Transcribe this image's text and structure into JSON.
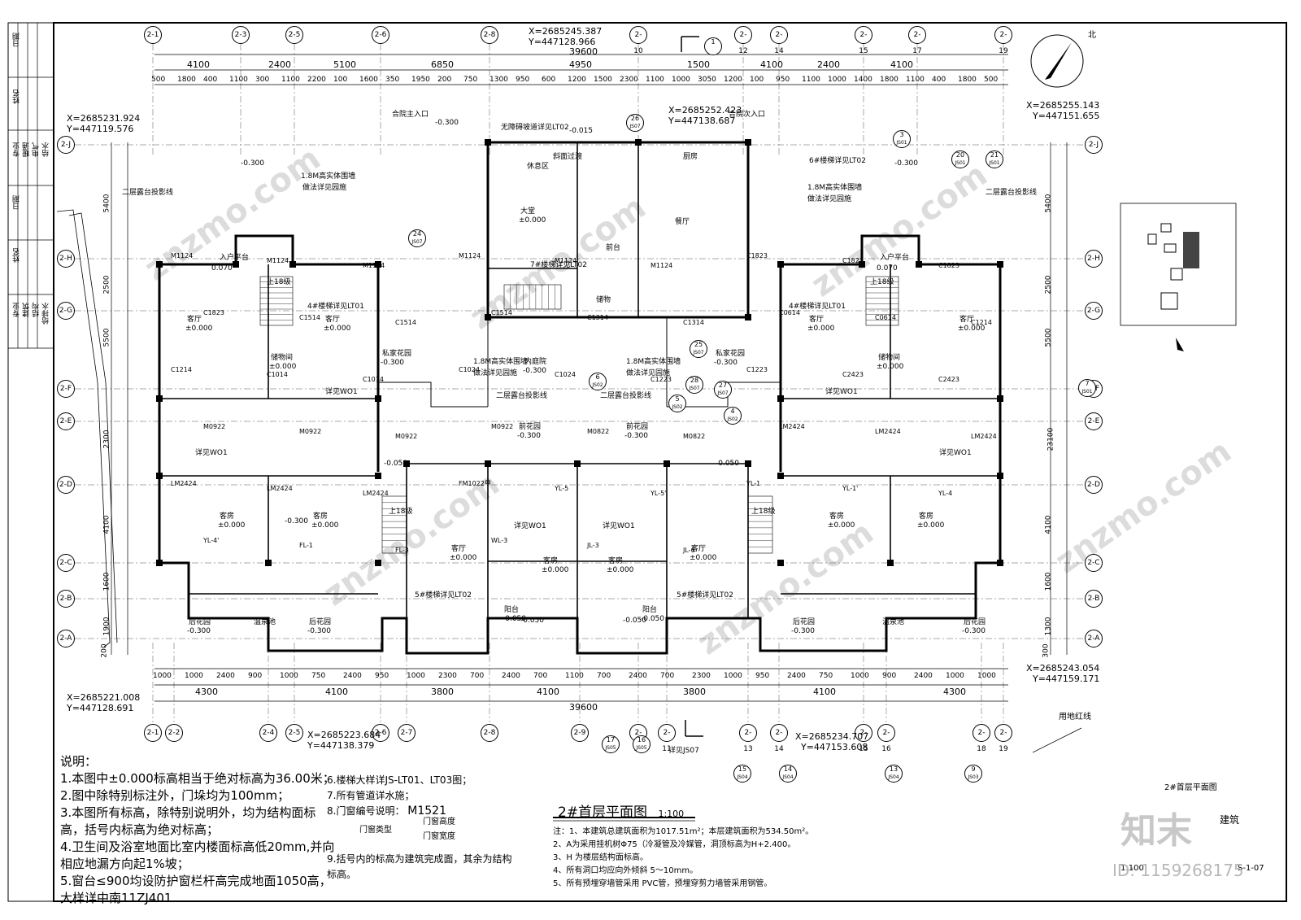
{
  "drawing": {
    "title": "2#首层平面图",
    "scale": "1:100",
    "north_label": "北",
    "sheet_label": "2#首层平面图",
    "discipline": "建筑",
    "sheet_scale": "1:100",
    "sheet_no": "S-1-07",
    "watermark_logo": "知末",
    "watermark_id": "ID: 1159268175",
    "redline_label": "用地红线"
  },
  "coordinates": [
    {
      "id": "c1",
      "x": "X=2685245.387",
      "y": "Y=447128.966"
    },
    {
      "id": "c2",
      "x": "X=2685231.924",
      "y": "Y=447119.576"
    },
    {
      "id": "c3",
      "x": "X=2685252.423",
      "y": "Y=447138.687"
    },
    {
      "id": "c4",
      "x": "X=2685255.143",
      "y": "Y=447151.655"
    },
    {
      "id": "c5",
      "x": "X=2685221.008",
      "y": "Y=447128.691"
    },
    {
      "id": "c6",
      "x": "X=2685223.684",
      "y": "Y=447138.379"
    },
    {
      "id": "c7",
      "x": "X=2685234.707",
      "y": "Y=447153.608"
    },
    {
      "id": "c8",
      "x": "X=2685243.054",
      "y": "Y=447159.171"
    }
  ],
  "axes_top": [
    "2-1",
    "2-3",
    "2-5",
    "2-6",
    "2-8",
    "2-10",
    "2-12",
    "2-14",
    "2-15",
    "2-17",
    "2-19"
  ],
  "axes_bottom": [
    "2-1",
    "2-2",
    "2-4",
    "2-5",
    "2-6",
    "2-7",
    "2-8",
    "2-9",
    "2-10",
    "2-11",
    "2-13",
    "2-14",
    "2-15",
    "2-16",
    "2-18",
    "2-19"
  ],
  "axes_side": [
    "2-J",
    "2-H",
    "2-G",
    "2-F",
    "2-E",
    "2-D",
    "2-C",
    "2-B",
    "2-A"
  ],
  "dims_top_overall": "39600",
  "dims_top_main": [
    "4100",
    "2400",
    "5100",
    "6850",
    "4950",
    "1500",
    "4100",
    "2400",
    "4100"
  ],
  "dims_top_detail": [
    "500",
    "1800",
    "400",
    "1100",
    "300",
    "1100",
    "2200",
    "100",
    "1600",
    "350",
    "1950",
    "200",
    "750",
    "1300",
    "950",
    "600",
    "1200",
    "1500",
    "2300",
    "1100",
    "1000",
    "3050",
    "1200",
    "100",
    "950",
    "1100",
    "1000",
    "1400",
    "1800",
    "1100",
    "400",
    "1800",
    "500"
  ],
  "dims_bottom_overall": "39600",
  "dims_bottom_main": [
    "4300",
    "4100",
    "3800",
    "4100",
    "3800",
    "4100",
    "4300"
  ],
  "dims_bottom_detail": [
    "1000",
    "1000",
    "2400",
    "900",
    "1000",
    "750",
    "2400",
    "950",
    "1000",
    "2300",
    "700",
    "2400",
    "700",
    "1100",
    "700",
    "2400",
    "700",
    "2300",
    "1000",
    "950",
    "2400",
    "750",
    "1000",
    "900",
    "2400",
    "1000",
    "1000"
  ],
  "dims_left": [
    "5400",
    "2500",
    "5500",
    "2300",
    "4100",
    "1600",
    "1900",
    "200"
  ],
  "dims_right": [
    "5400",
    "2500",
    "5500",
    "23100",
    "4100",
    "1600",
    "1300",
    "300"
  ],
  "rooms": [
    {
      "id": "r1",
      "name": "客厅",
      "level": "±0.000"
    },
    {
      "id": "r2",
      "name": "客厅",
      "level": "±0.000"
    },
    {
      "id": "r3",
      "name": "客厅",
      "level": "±0.000"
    },
    {
      "id": "r4",
      "name": "客厅",
      "level": "±0.000"
    },
    {
      "id": "r5",
      "name": "大堂",
      "level": "±0.000"
    },
    {
      "id": "r6",
      "name": "前台",
      "level": ""
    },
    {
      "id": "r7",
      "name": "餐厅",
      "level": ""
    },
    {
      "id": "r8",
      "name": "厨房",
      "level": ""
    },
    {
      "id": "r9",
      "name": "休息区",
      "level": ""
    },
    {
      "id": "r10",
      "name": "客房",
      "level": "±0.000"
    },
    {
      "id": "r11",
      "name": "客房",
      "level": "±0.000"
    },
    {
      "id": "r12",
      "name": "客房",
      "level": "±0.000"
    },
    {
      "id": "r13",
      "name": "客房",
      "level": "±0.000"
    },
    {
      "id": "r14",
      "name": "客厅",
      "level": "±0.000"
    },
    {
      "id": "r15",
      "name": "客厅",
      "level": "±0.000"
    },
    {
      "id": "r16",
      "name": "客房",
      "level": "±0.000"
    },
    {
      "id": "r17",
      "name": "客房",
      "level": "±0.000"
    },
    {
      "id": "r18",
      "name": "储物间",
      "level": "±0.000"
    },
    {
      "id": "r19",
      "name": "储物间",
      "level": "±0.000"
    },
    {
      "id": "r20",
      "name": "内庭院",
      "level": "-0.300"
    },
    {
      "id": "r21",
      "name": "私家花园",
      "level": "-0.300"
    },
    {
      "id": "r22",
      "name": "私家花园",
      "level": "-0.300"
    },
    {
      "id": "r23",
      "name": "前花园",
      "level": "-0.300"
    },
    {
      "id": "r24",
      "name": "前花园",
      "level": "-0.300"
    },
    {
      "id": "r25",
      "name": "后花园",
      "level": "-0.300"
    },
    {
      "id": "r26",
      "name": "后花园",
      "level": "-0.300"
    },
    {
      "id": "r27",
      "name": "后花园",
      "level": "-0.300"
    },
    {
      "id": "r28",
      "name": "后花园",
      "level": "-0.300"
    },
    {
      "id": "r29",
      "name": "温泉池",
      "level": ""
    },
    {
      "id": "r30",
      "name": "温泉池",
      "level": ""
    },
    {
      "id": "r31",
      "name": "阳台",
      "level": "-0.050"
    },
    {
      "id": "r32",
      "name": "阳台",
      "level": "-0.050"
    },
    {
      "id": "r33",
      "name": "储物",
      "level": ""
    }
  ],
  "annotations": [
    {
      "id": "a1",
      "text": "合院主入口"
    },
    {
      "id": "a2",
      "text": "合院次入口"
    },
    {
      "id": "a3",
      "text": "1.8M高实体围墙"
    },
    {
      "id": "a4",
      "text": "做法详见园施"
    },
    {
      "id": "a5",
      "text": "1.8M高实体围墙"
    },
    {
      "id": "a6",
      "text": "做法详见园施"
    },
    {
      "id": "a7",
      "text": "1.8M高实体围墙"
    },
    {
      "id": "a8",
      "text": "做法详见园施"
    },
    {
      "id": "a9",
      "text": "1.8M高实体围墙"
    },
    {
      "id": "a10",
      "text": "做法详见园施"
    },
    {
      "id": "a11",
      "text": "二层露台投影线"
    },
    {
      "id": "a12",
      "text": "二层露台投影线"
    },
    {
      "id": "a13",
      "text": "二层露台投影线"
    },
    {
      "id": "a14",
      "text": "二层露台投影线"
    },
    {
      "id": "a15",
      "text": "6#楼梯详见LT02"
    },
    {
      "id": "a16",
      "text": "7#楼梯详见LT02"
    },
    {
      "id": "a17",
      "text": "4#楼梯详见LT01"
    },
    {
      "id": "a18",
      "text": "4#楼梯详见LT01"
    },
    {
      "id": "a19",
      "text": "5#楼梯详见LT02"
    },
    {
      "id": "a20",
      "text": "5#楼梯详见LT02"
    },
    {
      "id": "a21",
      "text": "详见WO1"
    },
    {
      "id": "a22",
      "text": "详见WO1"
    },
    {
      "id": "a23",
      "text": "详见WO1"
    },
    {
      "id": "a24",
      "text": "详见WO1"
    },
    {
      "id": "a25",
      "text": "详见WO1"
    },
    {
      "id": "a26",
      "text": "详见WO1"
    },
    {
      "id": "a27",
      "text": "斜面过渡"
    },
    {
      "id": "a28",
      "text": "无障碍坡道详见LT02"
    },
    {
      "id": "a29",
      "text": "入户平台"
    },
    {
      "id": "a30",
      "text": "入户平台"
    },
    {
      "id": "a31",
      "text": "上18级"
    },
    {
      "id": "a32",
      "text": "上18级"
    },
    {
      "id": "a33",
      "text": "上18级"
    },
    {
      "id": "a34",
      "text": "上18级"
    },
    {
      "id": "a35",
      "text": "详见JS07"
    },
    {
      "id": "a36",
      "text": "-0.300"
    },
    {
      "id": "a37",
      "text": "-0.300"
    },
    {
      "id": "a38",
      "text": "-0.300"
    },
    {
      "id": "a39",
      "text": "-0.300"
    },
    {
      "id": "a40",
      "text": "-0.015"
    },
    {
      "id": "a41",
      "text": "0.070"
    },
    {
      "id": "a42",
      "text": "0.070"
    },
    {
      "id": "a43",
      "text": "-0.050"
    },
    {
      "id": "a44",
      "text": "-0.050"
    },
    {
      "id": "a45",
      "text": "-0.050"
    },
    {
      "id": "a46",
      "text": "-0.050"
    }
  ],
  "door_window_tags": [
    "M1124",
    "M1124",
    "M1124",
    "M1124",
    "M1124",
    "M1124",
    "C1823",
    "C1823",
    "C1823",
    "C1823",
    "C1514",
    "C1514",
    "C1514",
    "C1314",
    "C1314",
    "C0614",
    "C0614",
    "C1214",
    "C1214",
    "C1014",
    "C1014",
    "C1024",
    "C1024",
    "C1223",
    "C1223",
    "C2423",
    "C2423",
    "M0922",
    "M0922",
    "M0922",
    "M0922",
    "M0822",
    "M0822",
    "LM2424",
    "LM2424",
    "LM2424",
    "LM2424",
    "LM2424",
    "LM2424",
    "FM1022甲",
    "YL-5",
    "YL-5'",
    "YL-1",
    "YL-1'",
    "YL-4",
    "YL-4'",
    "FL-1",
    "FL-3",
    "WL-3",
    "JL-3",
    "JL-6"
  ],
  "section_marks": [
    {
      "num": "1",
      "sheet": ""
    },
    {
      "num": "26",
      "sheet": "JS07"
    },
    {
      "num": "24",
      "sheet": "JS07"
    },
    {
      "num": "25",
      "sheet": "JS07"
    },
    {
      "num": "28",
      "sheet": "JS07"
    },
    {
      "num": "27",
      "sheet": "JS07"
    },
    {
      "num": "6",
      "sheet": "JS02"
    },
    {
      "num": "5",
      "sheet": "JS02"
    },
    {
      "num": "4",
      "sheet": "JS02"
    },
    {
      "num": "3",
      "sheet": "JS01"
    },
    {
      "num": "20",
      "sheet": "JS01"
    },
    {
      "num": "21",
      "sheet": "JS01"
    },
    {
      "num": "7",
      "sheet": "JS01"
    },
    {
      "num": "17",
      "sheet": "JS05"
    },
    {
      "num": "16",
      "sheet": "JS05"
    },
    {
      "num": "15",
      "sheet": "JS04"
    },
    {
      "num": "14",
      "sheet": "JS04"
    },
    {
      "num": "13",
      "sheet": "JS04"
    },
    {
      "num": "9",
      "sheet": "JS03"
    }
  ],
  "notes_left": {
    "heading": "说明：",
    "items": [
      "1.本图中±0.000标高相当于绝对标高为36.00米；",
      "2.图中除特别标注外，门垛均为100mm；",
      "3.本图所有标高，除特别说明外，均为结构面标",
      "  高，括号内标高为绝对标高；",
      "4.卫生间及浴室地面比室内楼面标高低20mm,并向",
      "  相应地漏方向起1%坡；",
      "5.窗台≤900均设防护窗栏杆高完成地面1050高，",
      "  大样详中南11ZJ401 "
    ]
  },
  "notes_mid": {
    "items": [
      "6.楼梯大样详JS-LT01、LT03图；",
      "7.所有管道详水施；",
      "8.门窗编号说明：",
      "9.括号内的标高为建筑完成面，其余为结构",
      "  标高。"
    ],
    "door_code": "M1521",
    "door_type": "门窗类型",
    "door_height": "门窗高度",
    "door_width": "门窗宽度"
  },
  "notes_right": {
    "items": [
      "注：1、本建筑总建筑面积为1017.51m²；本层建筑面积为534.50m²。",
      "    2、A为采用挂机树Φ75（冷凝管及冷媒管，洞顶标高为H+2.400。",
      "    3、H  为楼层结构面标高。",
      "    4、所有洞口均应向外倾斜 5～10mm。",
      "    5、所有预埋穿墙管采用 PVC管，预埋穿剪力墙管采用钢管。"
    ]
  },
  "title_block": [
    "日期",
    "姓名",
    "专业",
    "暖通",
    "电气",
    "给水",
    "日期",
    "姓名",
    "专业",
    "建筑",
    "结构",
    "给排水"
  ]
}
